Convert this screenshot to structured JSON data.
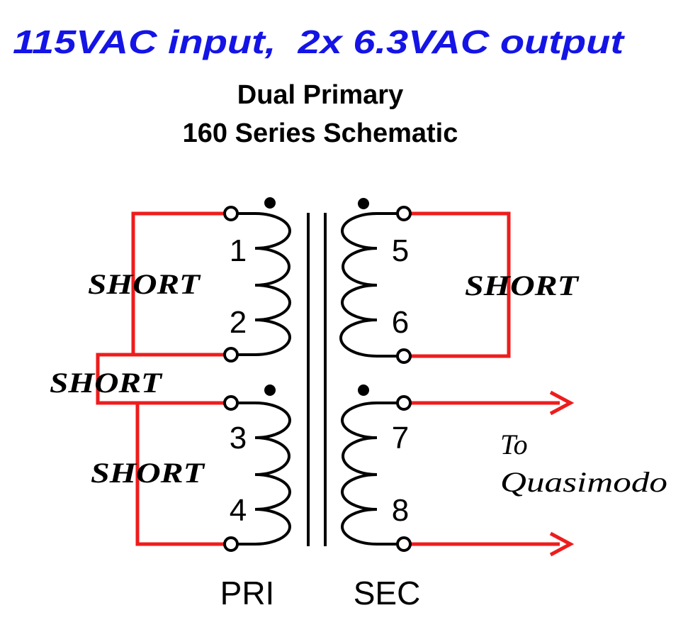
{
  "header": {
    "title": "115VAC input,  2x 6.3VAC output",
    "subtitle_line1": "Dual Primary",
    "subtitle_line2": "160 Series Schematic"
  },
  "pins": [
    "1",
    "2",
    "3",
    "4",
    "5",
    "6",
    "7",
    "8"
  ],
  "winding_labels": {
    "primary": "PRI",
    "secondary": "SEC"
  },
  "short_labels": [
    "SHORT",
    "SHORT",
    "SHORT",
    "SHORT"
  ],
  "output_note": {
    "line1": "To",
    "line2": "Quasimodo"
  },
  "colors": {
    "title": "#1414e6",
    "wire": "#ee1c1c",
    "ink": "#000000"
  }
}
